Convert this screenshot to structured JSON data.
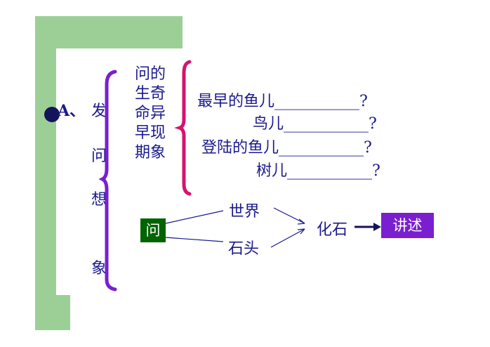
{
  "section_label": "A、",
  "vertical_title": [
    "发",
    "问",
    "想",
    "象"
  ],
  "questions_left": [
    "问的",
    "生奇",
    "命异",
    "早现",
    "期象"
  ],
  "questions": [
    {
      "text": "最早的鱼儿",
      "blank": "___________",
      "mark": "?"
    },
    {
      "text": "鸟儿",
      "blank": "___________",
      "mark": "?"
    },
    {
      "text": "登陆的鱼儿",
      "blank": "___________",
      "mark": "?"
    },
    {
      "text": "树儿",
      "blank": "___________",
      "mark": "?"
    }
  ],
  "flow": {
    "start": "问",
    "branch_top": "世界",
    "branch_bottom": "石头",
    "merge": "化石",
    "end": "讲述"
  },
  "colors": {
    "green_frame": "#9ccf96",
    "text_blue": "#1a1a8c",
    "brace_purple": "#7a1fcf",
    "brace_magenta": "#d4146e",
    "box_green": "#006400",
    "box_purple": "#7a1fcf"
  }
}
